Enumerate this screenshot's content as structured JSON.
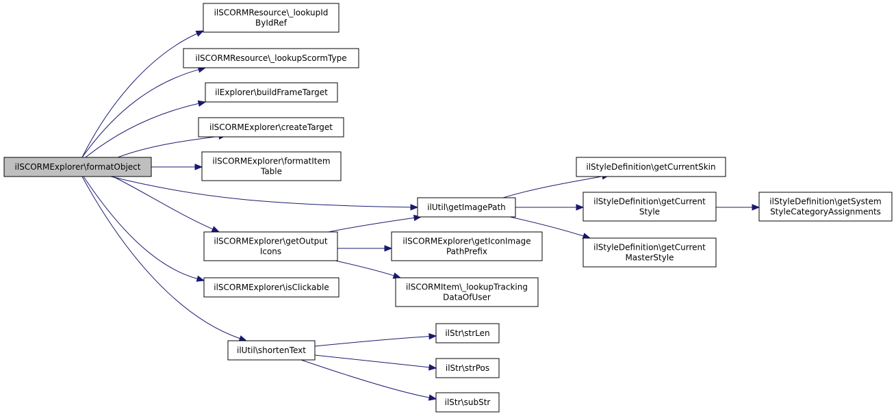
{
  "graph": {
    "nodes": [
      {
        "id": "root",
        "lines": [
          "ilSCORMExplorer\\formatObject"
        ],
        "root": true
      },
      {
        "id": "lookupIdByIdRef",
        "lines": [
          "ilSCORMResource\\_lookupId",
          "ByIdRef"
        ]
      },
      {
        "id": "lookupScormType",
        "lines": [
          "ilSCORMResource\\_lookupScormType"
        ]
      },
      {
        "id": "buildFrameTarget",
        "lines": [
          "ilExplorer\\buildFrameTarget"
        ]
      },
      {
        "id": "createTarget",
        "lines": [
          "ilSCORMExplorer\\createTarget"
        ]
      },
      {
        "id": "formatItemTable",
        "lines": [
          "ilSCORMExplorer\\formatItem",
          "Table"
        ]
      },
      {
        "id": "getImagePath",
        "lines": [
          "ilUtil\\getImagePath"
        ]
      },
      {
        "id": "getOutputIcons",
        "lines": [
          "ilSCORMExplorer\\getOutput",
          "Icons"
        ]
      },
      {
        "id": "isClickable",
        "lines": [
          "ilSCORMExplorer\\isClickable"
        ]
      },
      {
        "id": "shortenText",
        "lines": [
          "ilUtil\\shortenText"
        ]
      },
      {
        "id": "getIconImagePathPrefix",
        "lines": [
          "ilSCORMExplorer\\getIconImage",
          "PathPrefix"
        ]
      },
      {
        "id": "lookupTrackingDataOfUser",
        "lines": [
          "ilSCORMItem\\_lookupTracking",
          "DataOfUser"
        ]
      },
      {
        "id": "getCurrentSkin",
        "lines": [
          "ilStyleDefinition\\getCurrentSkin"
        ]
      },
      {
        "id": "getCurrentStyle",
        "lines": [
          "ilStyleDefinition\\getCurrent",
          "Style"
        ]
      },
      {
        "id": "getCurrentMasterStyle",
        "lines": [
          "ilStyleDefinition\\getCurrent",
          "MasterStyle"
        ]
      },
      {
        "id": "getSystemStyleCategoryAssignments",
        "lines": [
          "ilStyleDefinition\\getSystem",
          "StyleCategoryAssignments"
        ]
      },
      {
        "id": "strLen",
        "lines": [
          "ilStr\\strLen"
        ]
      },
      {
        "id": "strPos",
        "lines": [
          "ilStr\\strPos"
        ]
      },
      {
        "id": "subStr",
        "lines": [
          "ilStr\\subStr"
        ]
      }
    ],
    "edges": [
      {
        "from": "root",
        "to": "lookupIdByIdRef"
      },
      {
        "from": "root",
        "to": "lookupScormType"
      },
      {
        "from": "root",
        "to": "buildFrameTarget"
      },
      {
        "from": "root",
        "to": "createTarget"
      },
      {
        "from": "root",
        "to": "formatItemTable"
      },
      {
        "from": "root",
        "to": "getImagePath"
      },
      {
        "from": "root",
        "to": "getOutputIcons"
      },
      {
        "from": "root",
        "to": "isClickable"
      },
      {
        "from": "root",
        "to": "shortenText"
      },
      {
        "from": "getImagePath",
        "to": "getCurrentSkin"
      },
      {
        "from": "getImagePath",
        "to": "getCurrentStyle"
      },
      {
        "from": "getImagePath",
        "to": "getCurrentMasterStyle"
      },
      {
        "from": "getCurrentStyle",
        "to": "getSystemStyleCategoryAssignments"
      },
      {
        "from": "getOutputIcons",
        "to": "getImagePath"
      },
      {
        "from": "getOutputIcons",
        "to": "getIconImagePathPrefix"
      },
      {
        "from": "getOutputIcons",
        "to": "lookupTrackingDataOfUser"
      },
      {
        "from": "shortenText",
        "to": "strLen"
      },
      {
        "from": "shortenText",
        "to": "strPos"
      },
      {
        "from": "shortenText",
        "to": "subStr"
      }
    ]
  }
}
